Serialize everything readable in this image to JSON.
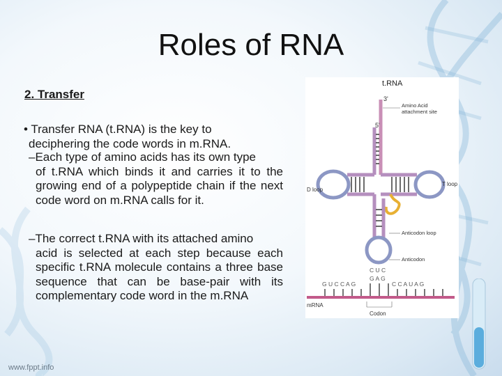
{
  "slide": {
    "title": "Roles of RNA",
    "section_heading": "2. Transfer",
    "bullet_lead": "•  Transfer RNA (t.RNA) is the key to",
    "bullet_rest": "deciphering the code words in m.RNA.",
    "sub1_lead": "–Each type of amino acids has its own type",
    "sub1_rest": "of t.RNA which binds it and carries it to the growing end of a polypeptide chain if the next code word on m.RNA calls for it.",
    "sub2_lead": "–The correct t.RNA with its attached amino",
    "sub2_rest": "acid is selected at each step because each specific t.RNA molecule contains a three base sequence that can be base-pair with its complementary code word in the m.RNA",
    "footer": "www.fppt.info"
  },
  "figure": {
    "title": "t.RNA",
    "label_3prime": "3'",
    "label_5prime": "5'",
    "label_amino_acid": "Amino Acid",
    "label_attachment": "attachment site",
    "label_d_loop": "D loop",
    "label_t_loop": "T loop",
    "label_anticodon_loop": "Anticodon loop",
    "label_anticodon": "Anticodon",
    "anticodon_top": "C U C",
    "anticodon_bottom": "G A G",
    "mrna_left": "G U C C A G",
    "mrna_right": "C C A U A G",
    "label_mrna": "mRNA",
    "label_codon": "Codon",
    "colors": {
      "stem": "#b58fbe",
      "acceptor": "#c98fb6",
      "loops": "#8c97c4",
      "amino": "#e8b033",
      "mrna": "#c25a8a",
      "rungs": "#3b3b3b"
    }
  }
}
